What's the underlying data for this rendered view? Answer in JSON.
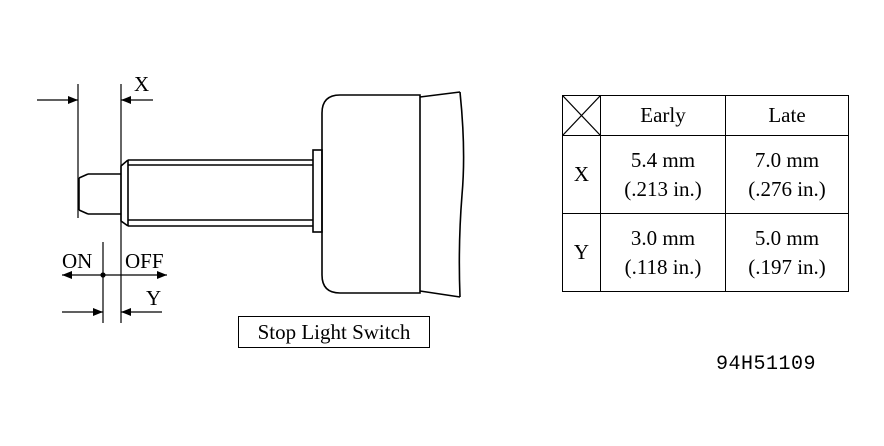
{
  "labels": {
    "x": "X",
    "y": "Y",
    "on": "ON",
    "off": "OFF",
    "caption": "Stop Light Switch",
    "figure_code": "94H51109"
  },
  "table": {
    "headers": [
      "Early",
      "Late"
    ],
    "rows": [
      {
        "label": "X",
        "early_mm": "5.4 mm",
        "early_in": "(.213 in.)",
        "late_mm": "7.0 mm",
        "late_in": "(.276 in.)"
      },
      {
        "label": "Y",
        "early_mm": "3.0 mm",
        "early_in": "(.118 in.)",
        "late_mm": "5.0 mm",
        "late_in": "(.197 in.)"
      }
    ]
  }
}
